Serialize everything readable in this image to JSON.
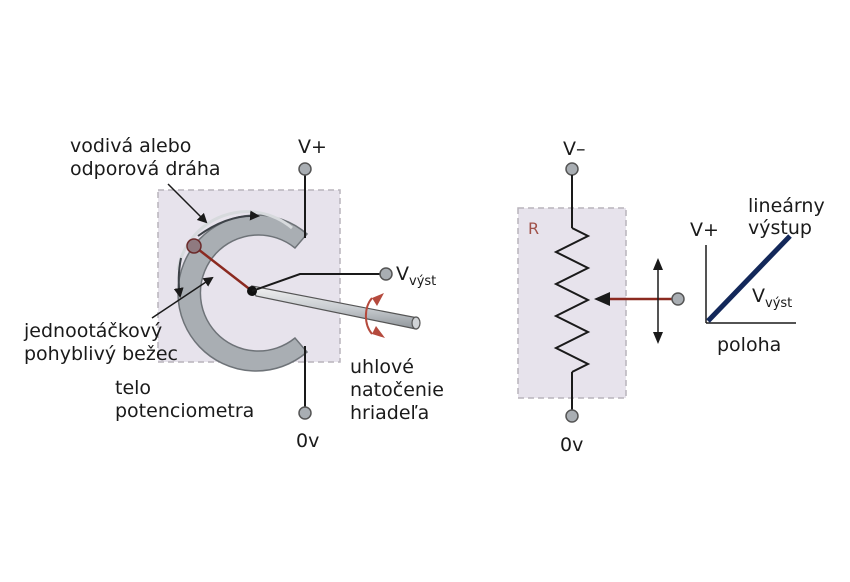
{
  "left": {
    "label_track_1": "vodivá alebo",
    "label_track_2": "odporová dráha",
    "label_wiper_1": "jednootáčkový",
    "label_wiper_2": "pohyblivý bežec",
    "label_body_1": "telo",
    "label_body_2": "potenciometra",
    "label_vplus": "V+",
    "label_zero": "0v",
    "label_vout_main": "V",
    "label_vout_sub": "výst",
    "label_rot_1": "uhlové",
    "label_rot_2": "natočenie",
    "label_rot_3": "hriadeľa"
  },
  "right": {
    "label_vminus": "V–",
    "label_zero": "0v",
    "label_r": "R"
  },
  "graph": {
    "label_vplus": "V+",
    "label_lin_1": "lineárny",
    "label_lin_2": "výstup",
    "label_vout_main": "V",
    "label_vout_sub": "výst",
    "label_xaxis": "poloha"
  },
  "colors": {
    "housing_fill": "#e7e3ec",
    "housing_border": "#b8b4bc",
    "track": "#a9aeb3",
    "wiper": "#8b2a20",
    "rotation_arrow": "#b54a3d",
    "graph_line": "#13285a"
  }
}
